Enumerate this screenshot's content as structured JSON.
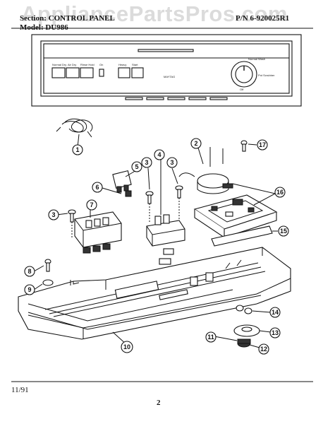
{
  "watermark": "AppliancePartsPros.com",
  "header": {
    "section": "Section: CONTROL PANEL",
    "model": "Model: DU986",
    "part_number": "P/N 6-920025R1"
  },
  "panel_labels": {
    "button_a": "Normal Dry",
    "button_b": "Air Dry",
    "button_c": "Rinse Hold",
    "button_d": "On",
    "button_e": "Heavy",
    "button_f": "Start",
    "brand": "MAYTAG",
    "dial_top": "Normal Wash",
    "dial_right": "Pot Scrubber",
    "dial_bottom": "Off"
  },
  "callouts": [
    "1",
    "2",
    "3",
    "3",
    "3",
    "4",
    "5",
    "6",
    "7",
    "8",
    "9",
    "10",
    "11",
    "12",
    "13",
    "14",
    "15",
    "16",
    "17"
  ],
  "footer": {
    "date": "11/91",
    "page": "2"
  }
}
